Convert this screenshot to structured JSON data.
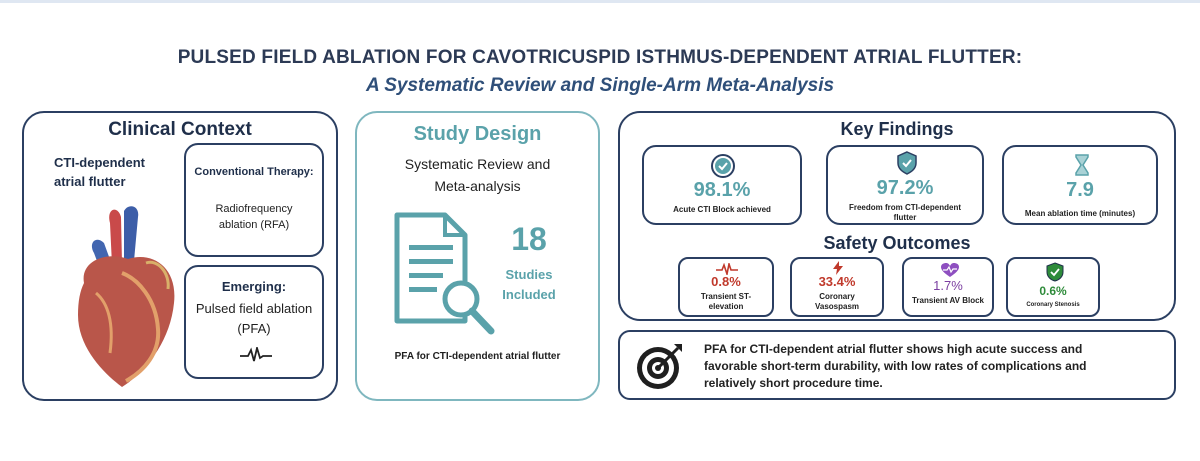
{
  "header": {
    "title": "PULSED FIELD ABLATION FOR CAVOTRICUSPID ISTHMUS-DEPENDENT ATRIAL FLUTTER:",
    "subtitle": "A Systematic Review and Single-Arm Meta-Analysis"
  },
  "clinical": {
    "title": "Clinical Context",
    "condition": "CTI-dependent atrial flutter",
    "conventional_head": "Conventional Therapy:",
    "conventional_body": "Radiofrequency ablation (RFA)",
    "emerging_head": "Emerging:",
    "emerging_body": "Pulsed field ablation (PFA)"
  },
  "design": {
    "title": "Study Design",
    "subtitle": "Systematic Review and Meta-analysis",
    "count": "18",
    "count_label": "Studies Included",
    "footer": "PFA for CTI-dependent atrial flutter"
  },
  "findings": {
    "title": "Key Findings",
    "items": [
      {
        "value": "98.1%",
        "label": "Acute CTI Block achieved",
        "icon": "check-circle-icon"
      },
      {
        "value": "97.2%",
        "label": "Freedom from CTI-dependent flutter",
        "icon": "shield-check-icon"
      },
      {
        "value": "7.9",
        "label": "Mean ablation time (minutes)",
        "icon": "hourglass-icon"
      }
    ]
  },
  "safety": {
    "title": "Safety Outcomes",
    "items": [
      {
        "value": "0.8%",
        "label": "Transient ST-elevation",
        "color": "#c0392b",
        "icon": "ecg-icon"
      },
      {
        "value": "33.4%",
        "label": "Coronary Vasospasm",
        "color": "#c0392b",
        "icon": "lightning-icon"
      },
      {
        "value": "1.7%",
        "label": "Transient AV Block",
        "color": "#7b3fa0",
        "icon": "heart-pulse-icon"
      },
      {
        "value": "0.6%",
        "label": "Coronary Stenosis",
        "color": "#2e8b3a",
        "icon": "shield-check-icon"
      }
    ]
  },
  "conclusion": {
    "text": "PFA for CTI-dependent atrial flutter shows high acute success and favorable short-term durability, with low rates of complications and relatively short procedure time."
  },
  "colors": {
    "navy": "#2b3f62",
    "teal": "#5aa2aa",
    "red": "#c0392b",
    "purple": "#7b3fa0",
    "green": "#2e8b3a"
  }
}
